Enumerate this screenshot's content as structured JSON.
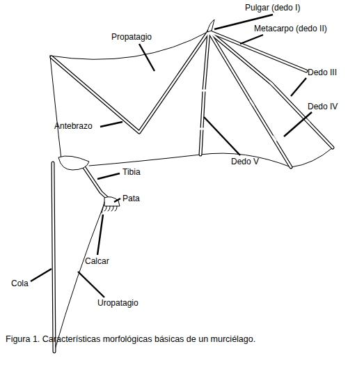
{
  "diagram": {
    "caption": "Figura 1. Características morfológicas básicas de un murciélago.",
    "labels": [
      "Pulgar (dedo I)",
      "Metacarpo (dedo II)",
      "Propatagio",
      "Dedo III",
      "Dedo IV",
      "Antebrazo",
      "Dedo V",
      "Tibia",
      "Pata",
      "Calcar",
      "Cola",
      "Uropatagio"
    ]
  }
}
